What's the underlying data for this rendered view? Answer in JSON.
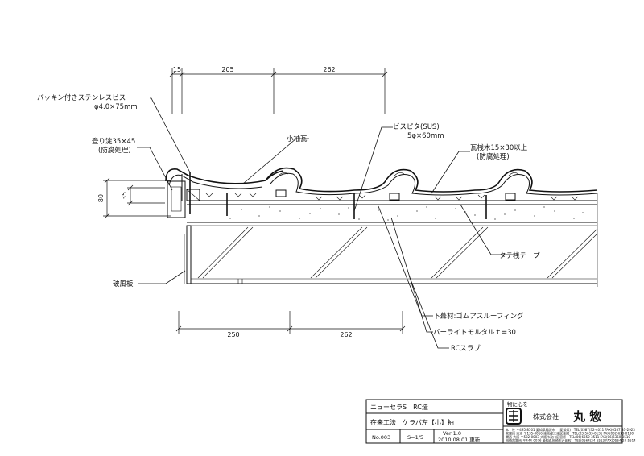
{
  "dimensions": {
    "top": [
      "15",
      "205",
      "262"
    ],
    "bottom": [
      "250",
      "262"
    ],
    "left": [
      "80",
      "35"
    ]
  },
  "labels": {
    "screw_name": "パッキン付きステンレスビス",
    "screw_size": "φ4.0×75mm",
    "batten_name": "登り淀35×45",
    "batten_note": "(防腐処理)",
    "small_sode_tile": "小袖瓦",
    "bispita_name": "ビスピタ(SUS)",
    "bispita_size": "5φ×60mm",
    "tile_batten_name": "瓦桟木15×30以上",
    "tile_batten_note": "(防腐処理)",
    "tate_tape": "タテ桟テープ",
    "hafu_board": "破風板",
    "underlay": "下葺材:ゴムアスルーフィング",
    "perlite": "パーライトモルタルｔ=30",
    "rc_slab": "RCスラブ"
  },
  "title_block": {
    "product": "ニューセラS　RC造",
    "method": "在来工法　ケラバ左【小】袖",
    "number": "No.003",
    "scale": "S=1/5",
    "version": "Ver 1.0",
    "date": "2010.08.01 更新",
    "slogan": "物に心を",
    "company": "株式会社",
    "company_name": "丸 惣",
    "address_lines": [
      "本　社 〒495-8501 愛知県稲沢市　(愛知県)　TEL(0587)32-4011 FAX(0587)33-2923",
      "営業所 東京 〒135-0016 東京都江東区東陽　TEL(03)5633-0131 FAX(03)5633-0130",
      "関西 大阪 〒532-0003 大阪市淀川区宮原　TEL(06)6350-3511 FAX(06)6350-3510",
      "岡崎営業所 〒444-0076 愛知県岡崎市井田町　TEL(0564)24-5513 FAX(0564)24-5514"
    ]
  },
  "colors": {
    "ink": "#111111",
    "paper": "#ffffff"
  }
}
